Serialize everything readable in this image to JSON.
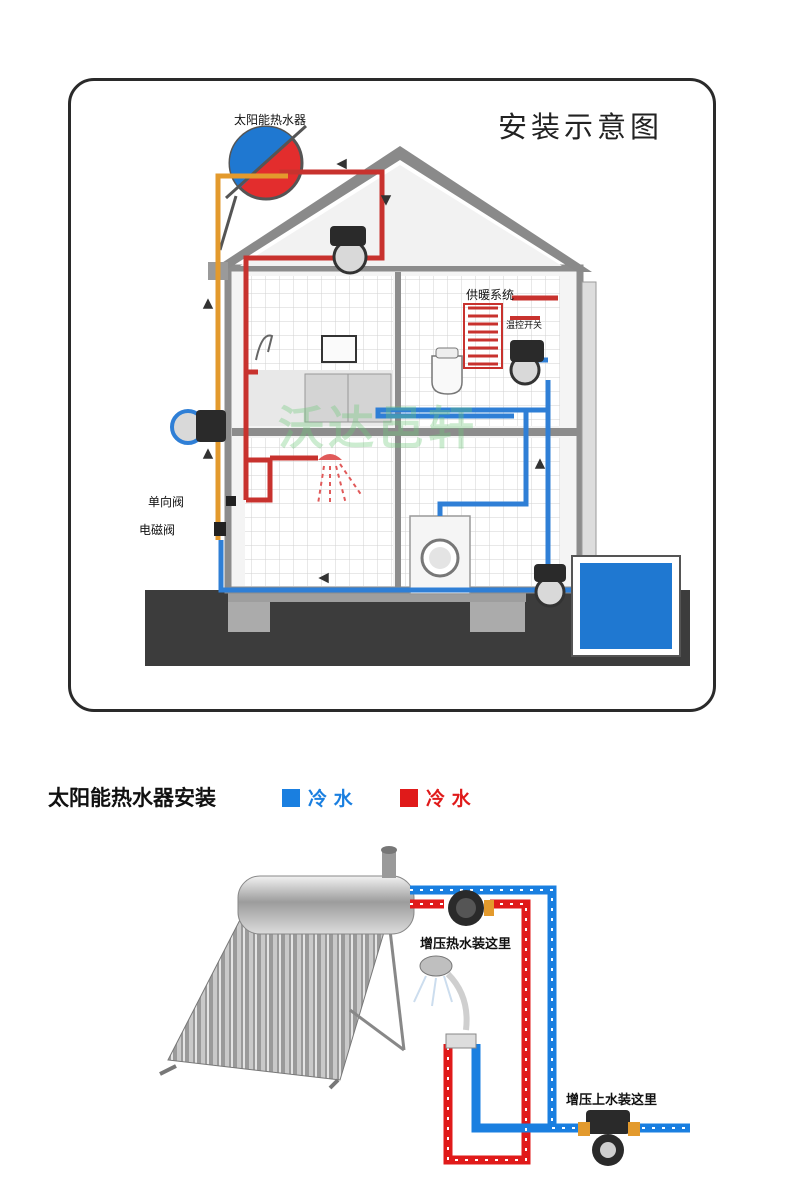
{
  "panel": {
    "title": "安装示意图",
    "labels": {
      "solar_heater": "太阳能热水器",
      "heating_system": "供暖系统",
      "temp_switch": "温控开关",
      "check_valve": "单向阀",
      "solenoid_valve": "电磁阀"
    },
    "watermark": "沃达邑轩"
  },
  "legend": {
    "title": "太阳能热水器安装",
    "items": [
      {
        "label": "冷 水",
        "color": "#1a7fe0"
      },
      {
        "label": "冷 水",
        "color": "#e01a1a"
      }
    ]
  },
  "install": {
    "hot_pump_label": "增压热水装这里",
    "supply_pump_label": "增压上水装这里"
  },
  "colors": {
    "cold_pipe": "#2f7fd6",
    "hot_pipe": "#c8322e",
    "pump_orange": "#e39a2d",
    "ground": "#3b3b3b",
    "tank": "#1f78d1",
    "tile_line": "#cfcfcf"
  }
}
